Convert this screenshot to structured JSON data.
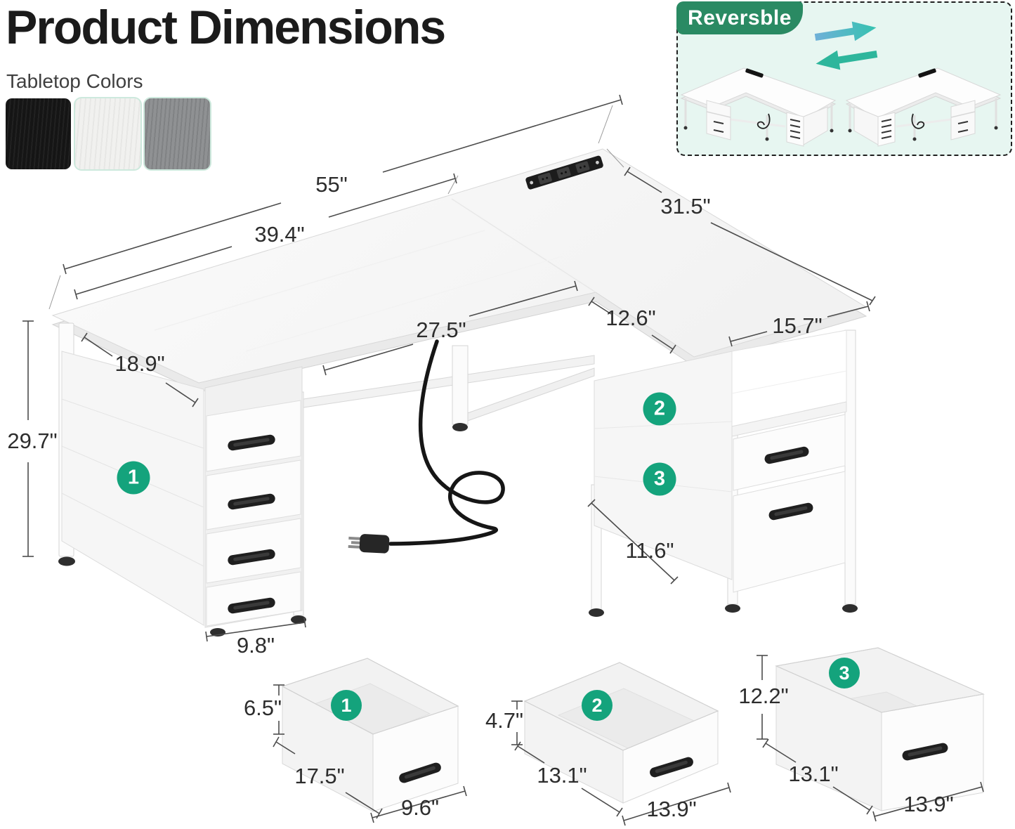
{
  "title": "Product Dimensions",
  "tabletop": {
    "label": "Tabletop Colors",
    "swatches": [
      "black-wood",
      "white-wood",
      "gray-wood"
    ]
  },
  "reversible": {
    "badge": "Reversble"
  },
  "markers": {
    "m1": "1",
    "m2": "2",
    "m3": "3"
  },
  "desk_dims": {
    "total_width": "55\"",
    "left_top": "39.4\"",
    "wing_length": "31.5\"",
    "knee_width": "27.5\"",
    "wing_inner": "12.6\"",
    "wing_front": "15.7\"",
    "left_depth": "18.9\"",
    "height": "29.7\"",
    "left_unit_width": "9.8\"",
    "right_unit_width": "11.6\""
  },
  "boxes": [
    {
      "marker": "1",
      "height": "6.5\"",
      "depth": "17.5\"",
      "width": "9.6\""
    },
    {
      "marker": "2",
      "height": "4.7\"",
      "depth": "13.1\"",
      "width": "13.9\""
    },
    {
      "marker": "3",
      "height": "12.2\"",
      "depth": "13.1\"",
      "width": "13.9\""
    }
  ],
  "colors": {
    "accent_green": "#14a37c",
    "badge_green": "#2a8a63",
    "panel_bg": "#e7f6f1",
    "arrow_teal": "#35c2b0",
    "arrow_blue": "#6fb0d8",
    "arrow_green": "#2eb69c",
    "dim_line": "#4c4c4c"
  }
}
